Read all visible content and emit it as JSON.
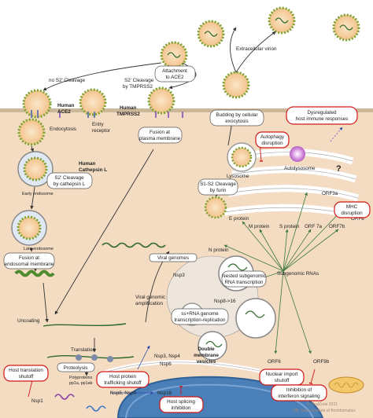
{
  "labels": {
    "attachment": [
      "Attachment",
      "to ACE2"
    ],
    "no_s2": "no S2' Cleavage",
    "s2_tmprss2": [
      "S2' Cleavage",
      "by TMPRSS2"
    ],
    "extracellular": "Extracellular virion",
    "human_ace2": [
      "Human",
      "ACE2"
    ],
    "entry_receptor": [
      "Entry",
      "receptor"
    ],
    "human_tmprss2": [
      "Human",
      "TMPRSS2"
    ],
    "endocytosis": "Endocytosis",
    "fusion_pm": [
      "Fusion at",
      "plasma membrane"
    ],
    "budding": [
      "Budding by cellular",
      "exocytosis"
    ],
    "dysregulated": [
      "Dysregulated",
      "host immune responses"
    ],
    "autophagy": [
      "Autophagy",
      "disruption"
    ],
    "autolysosome": "Autolysosome",
    "lysosome": "Lysosome",
    "question": "?",
    "human_cathepsin": [
      "Human",
      "Cathepsin L"
    ],
    "s2_cathepsin": [
      "S2' Cleavage",
      "by cathepsin L"
    ],
    "early_endosome": "Early endosome",
    "s1s2_furin": [
      "S1-S2 Cleavage",
      "by furin"
    ],
    "orf3a": "ORF3a",
    "e_protein": "E protein",
    "m_protein": "M protein",
    "s_protein": "S protein",
    "orf7a": "ORF 7a",
    "orf7b": "ORF7b",
    "orf8": "ORF8",
    "mhc": [
      "MHC",
      "disruption"
    ],
    "late_endosome": "Late endosome",
    "fusion_endo": [
      "Fusion at",
      "endosomal membrane"
    ],
    "n_protein": "N protein",
    "viral_genomes": "Viral genomes",
    "nsp3": "Nsp3",
    "nested": [
      "Nested subgenomic",
      "RNA transcription"
    ],
    "subgenomic": "Subgenomic RNAs",
    "viral_amp": [
      "Viral genomic",
      "amplification"
    ],
    "nsp8_16": "Nsp8->16",
    "ss_rna": [
      "ss+RNA genome",
      "transcription-replication"
    ],
    "uncoating": "Uncoating",
    "translation": "Translation",
    "nsp3_nsp4": "Nsp3, Nsp4",
    "nsp6": "Nsp6",
    "dmv": [
      "Double",
      "membrane",
      "vesicles"
    ],
    "proteolysis": "Proteolysis",
    "polyproteins": [
      "Polyproteins",
      "pp1a, pp1ab"
    ],
    "host_translation": [
      "Host translation",
      "shutoff"
    ],
    "nsp1": "Nsp1",
    "host_protein": [
      "Host protein",
      "trafficking shutoff"
    ],
    "nsp8_nsp9": "Nsp8, Nsp9",
    "orf6": "ORF6",
    "orf9b": "ORF9b",
    "nuclear_import": [
      "Nuclear import",
      "shutoff"
    ],
    "inhibition_ifn": [
      "Inhibition of",
      "interferon signaling"
    ],
    "nsp16": "Nsp16",
    "host_splicing": [
      "Host splicing",
      "inhibition"
    ],
    "credit1": "© ViralZone 2021",
    "credit2": "SIB Swiss Institute of Bioinformatics"
  },
  "colors": {
    "cytoplasm": "#f4dcc2",
    "membrane": "#cbb79a",
    "nucleus": "#4a7fb8",
    "spike_green": "#8bbf3a",
    "virion_orange": "#e69a4a",
    "rna_green": "#2d6a2a",
    "red": "#d01818"
  }
}
